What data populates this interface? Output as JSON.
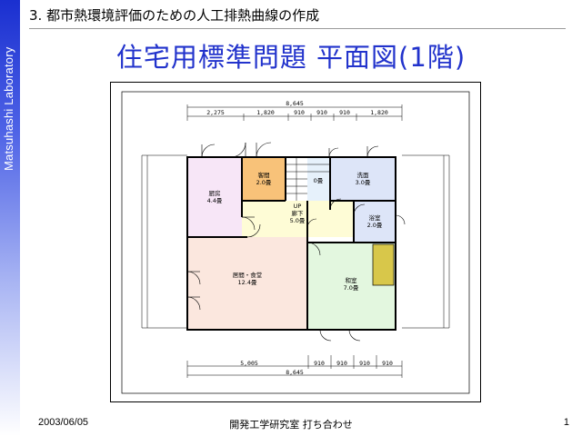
{
  "sidebar": {
    "label": "Matsuhashi Laboratory"
  },
  "header": {
    "section": "3. 都市熱環境評価のための人工排熱曲線の作成"
  },
  "title": "住宅用標準問題 平面図(1階)",
  "plan": {
    "rooms": [
      {
        "name": "厨房",
        "area": "4.4畳",
        "fill": "#f7e6f7"
      },
      {
        "name": "客間",
        "area": "2.0畳",
        "fill": "#f8c279"
      },
      {
        "name": "洗面",
        "area": "3.0畳",
        "fill": "#dde5f8"
      },
      {
        "name": "浴室",
        "area": "2.0畳",
        "fill": "#dde5f8"
      },
      {
        "name": "UP",
        "area": "",
        "fill": "#ffffff"
      },
      {
        "name": "廊下",
        "area": "5.0畳",
        "fill": "#fefcd6"
      },
      {
        "name": "居間・食堂",
        "area": "12.4畳",
        "fill": "#fbe7de"
      },
      {
        "name": "和室",
        "area": "7.0畳",
        "fill": "#e3f7df"
      },
      {
        "name": "0畳",
        "area": "",
        "fill": "#e6f1fb"
      }
    ],
    "top_dimensions": {
      "total": "8,645",
      "segments": [
        "2,275",
        "1,820",
        "910",
        "910",
        "910",
        "1,820"
      ]
    },
    "bottom_dimensions": {
      "total": "8,645",
      "segments": [
        "5,005",
        "910",
        "910",
        "910",
        "910"
      ]
    },
    "colors": {
      "tokonoma": "#d8c74a",
      "wall": "#000000"
    }
  },
  "footer": {
    "date": "2003/06/05",
    "center": "開発工学研究室 打ち合わせ",
    "page": "1"
  }
}
